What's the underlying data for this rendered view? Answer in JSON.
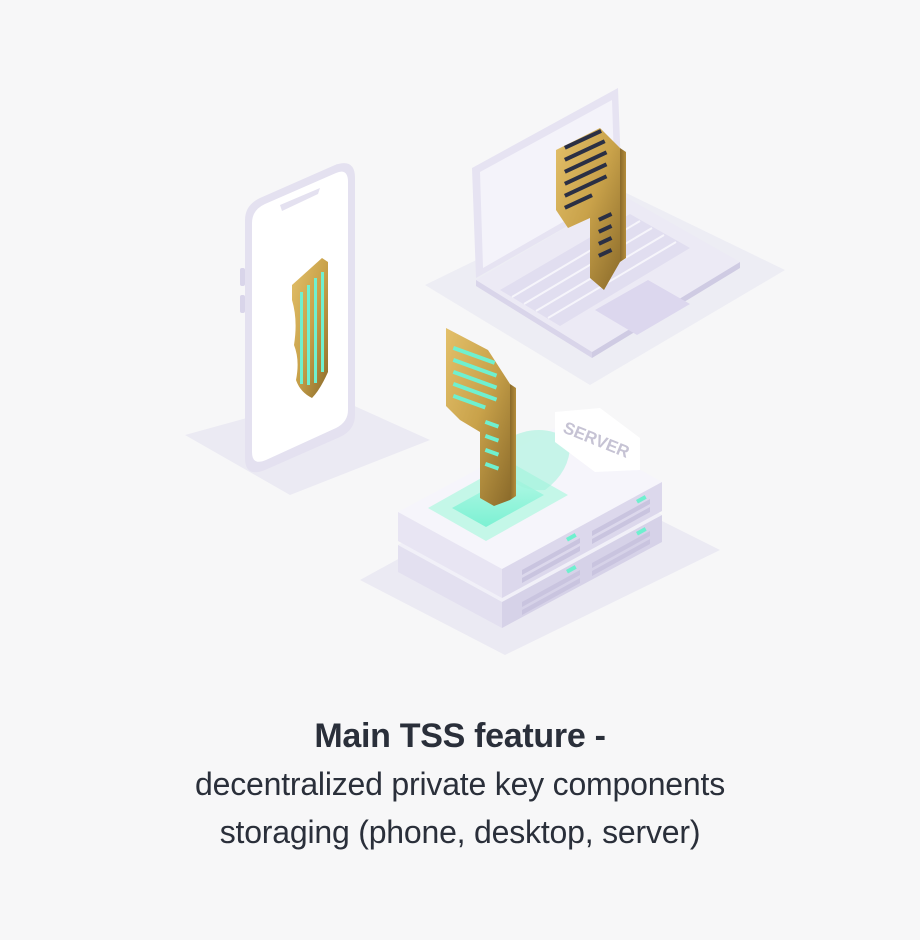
{
  "caption": {
    "title": "Main TSS feature -",
    "line1": "decentralized private key components",
    "line2": "storaging (phone, desktop, server)"
  },
  "illustration": {
    "server_label": "SERVER",
    "devices": [
      "phone",
      "laptop",
      "server"
    ],
    "icons": [
      "phone-icon",
      "laptop-icon",
      "server-icon",
      "key-icon"
    ]
  },
  "colors": {
    "background": "#f7f7f8",
    "text": "#2a2f3a",
    "key_gold": "#c9a24a",
    "key_dark": "#8a6a2a",
    "mint": "#6ff0cf",
    "device_lavender": "#e6e3f2"
  }
}
